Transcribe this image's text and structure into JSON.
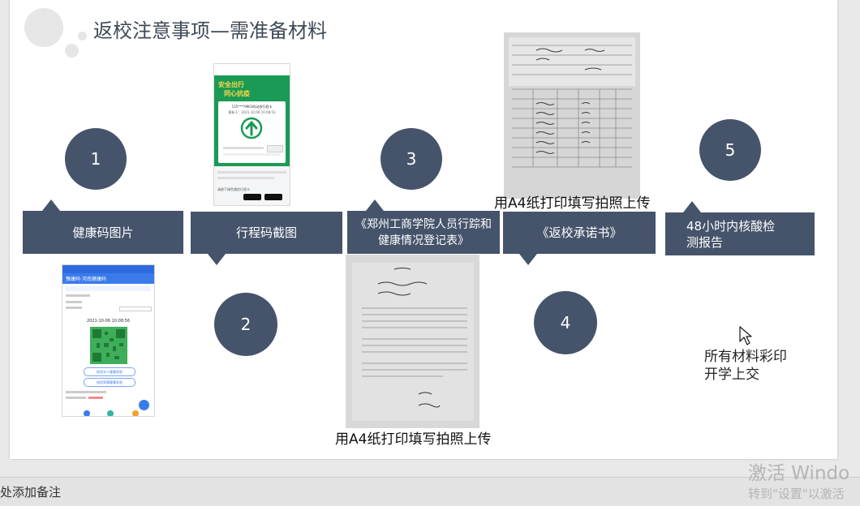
{
  "slide": {
    "title": "返校注意事项—需准备材料",
    "steps": [
      {
        "number": "1",
        "label": "健康码图片"
      },
      {
        "number": "2",
        "label": "行程码截图"
      },
      {
        "number": "3",
        "label": "《郑州工商学院人员行踪和健康情况登记表》"
      },
      {
        "number": "4",
        "label": "《返校承诺书》"
      },
      {
        "number": "5",
        "label": "48小时内核酸检测报告"
      }
    ],
    "caption_top": "用A4纸打印填写拍照上传",
    "caption_bottom": "用A4纸打印填写拍照上传",
    "note": "所有材料彩印开学上交",
    "trip_code": {
      "banner_line1": "安全出行",
      "banner_line2": "同心抗疫",
      "phone_line": "135****9961的动态行程卡",
      "update_time": "更新于：2021.10.06 10:08:53",
      "footer": "请收下绿色通信行程卡"
    },
    "health_code": {
      "header": "豫康码·河南健康码",
      "timestamp": "2021-10-06 10:08:56",
      "btn1": "核验本人健康状态",
      "btn2": "核验家属健康状态"
    }
  },
  "notes": {
    "placeholder": "处添加备注"
  },
  "watermark": {
    "line1": "激活 Windo",
    "line2": "转到\"设置\"以激活"
  },
  "colors": {
    "accent": "#45546a",
    "trip_green": "#1a9a55"
  }
}
